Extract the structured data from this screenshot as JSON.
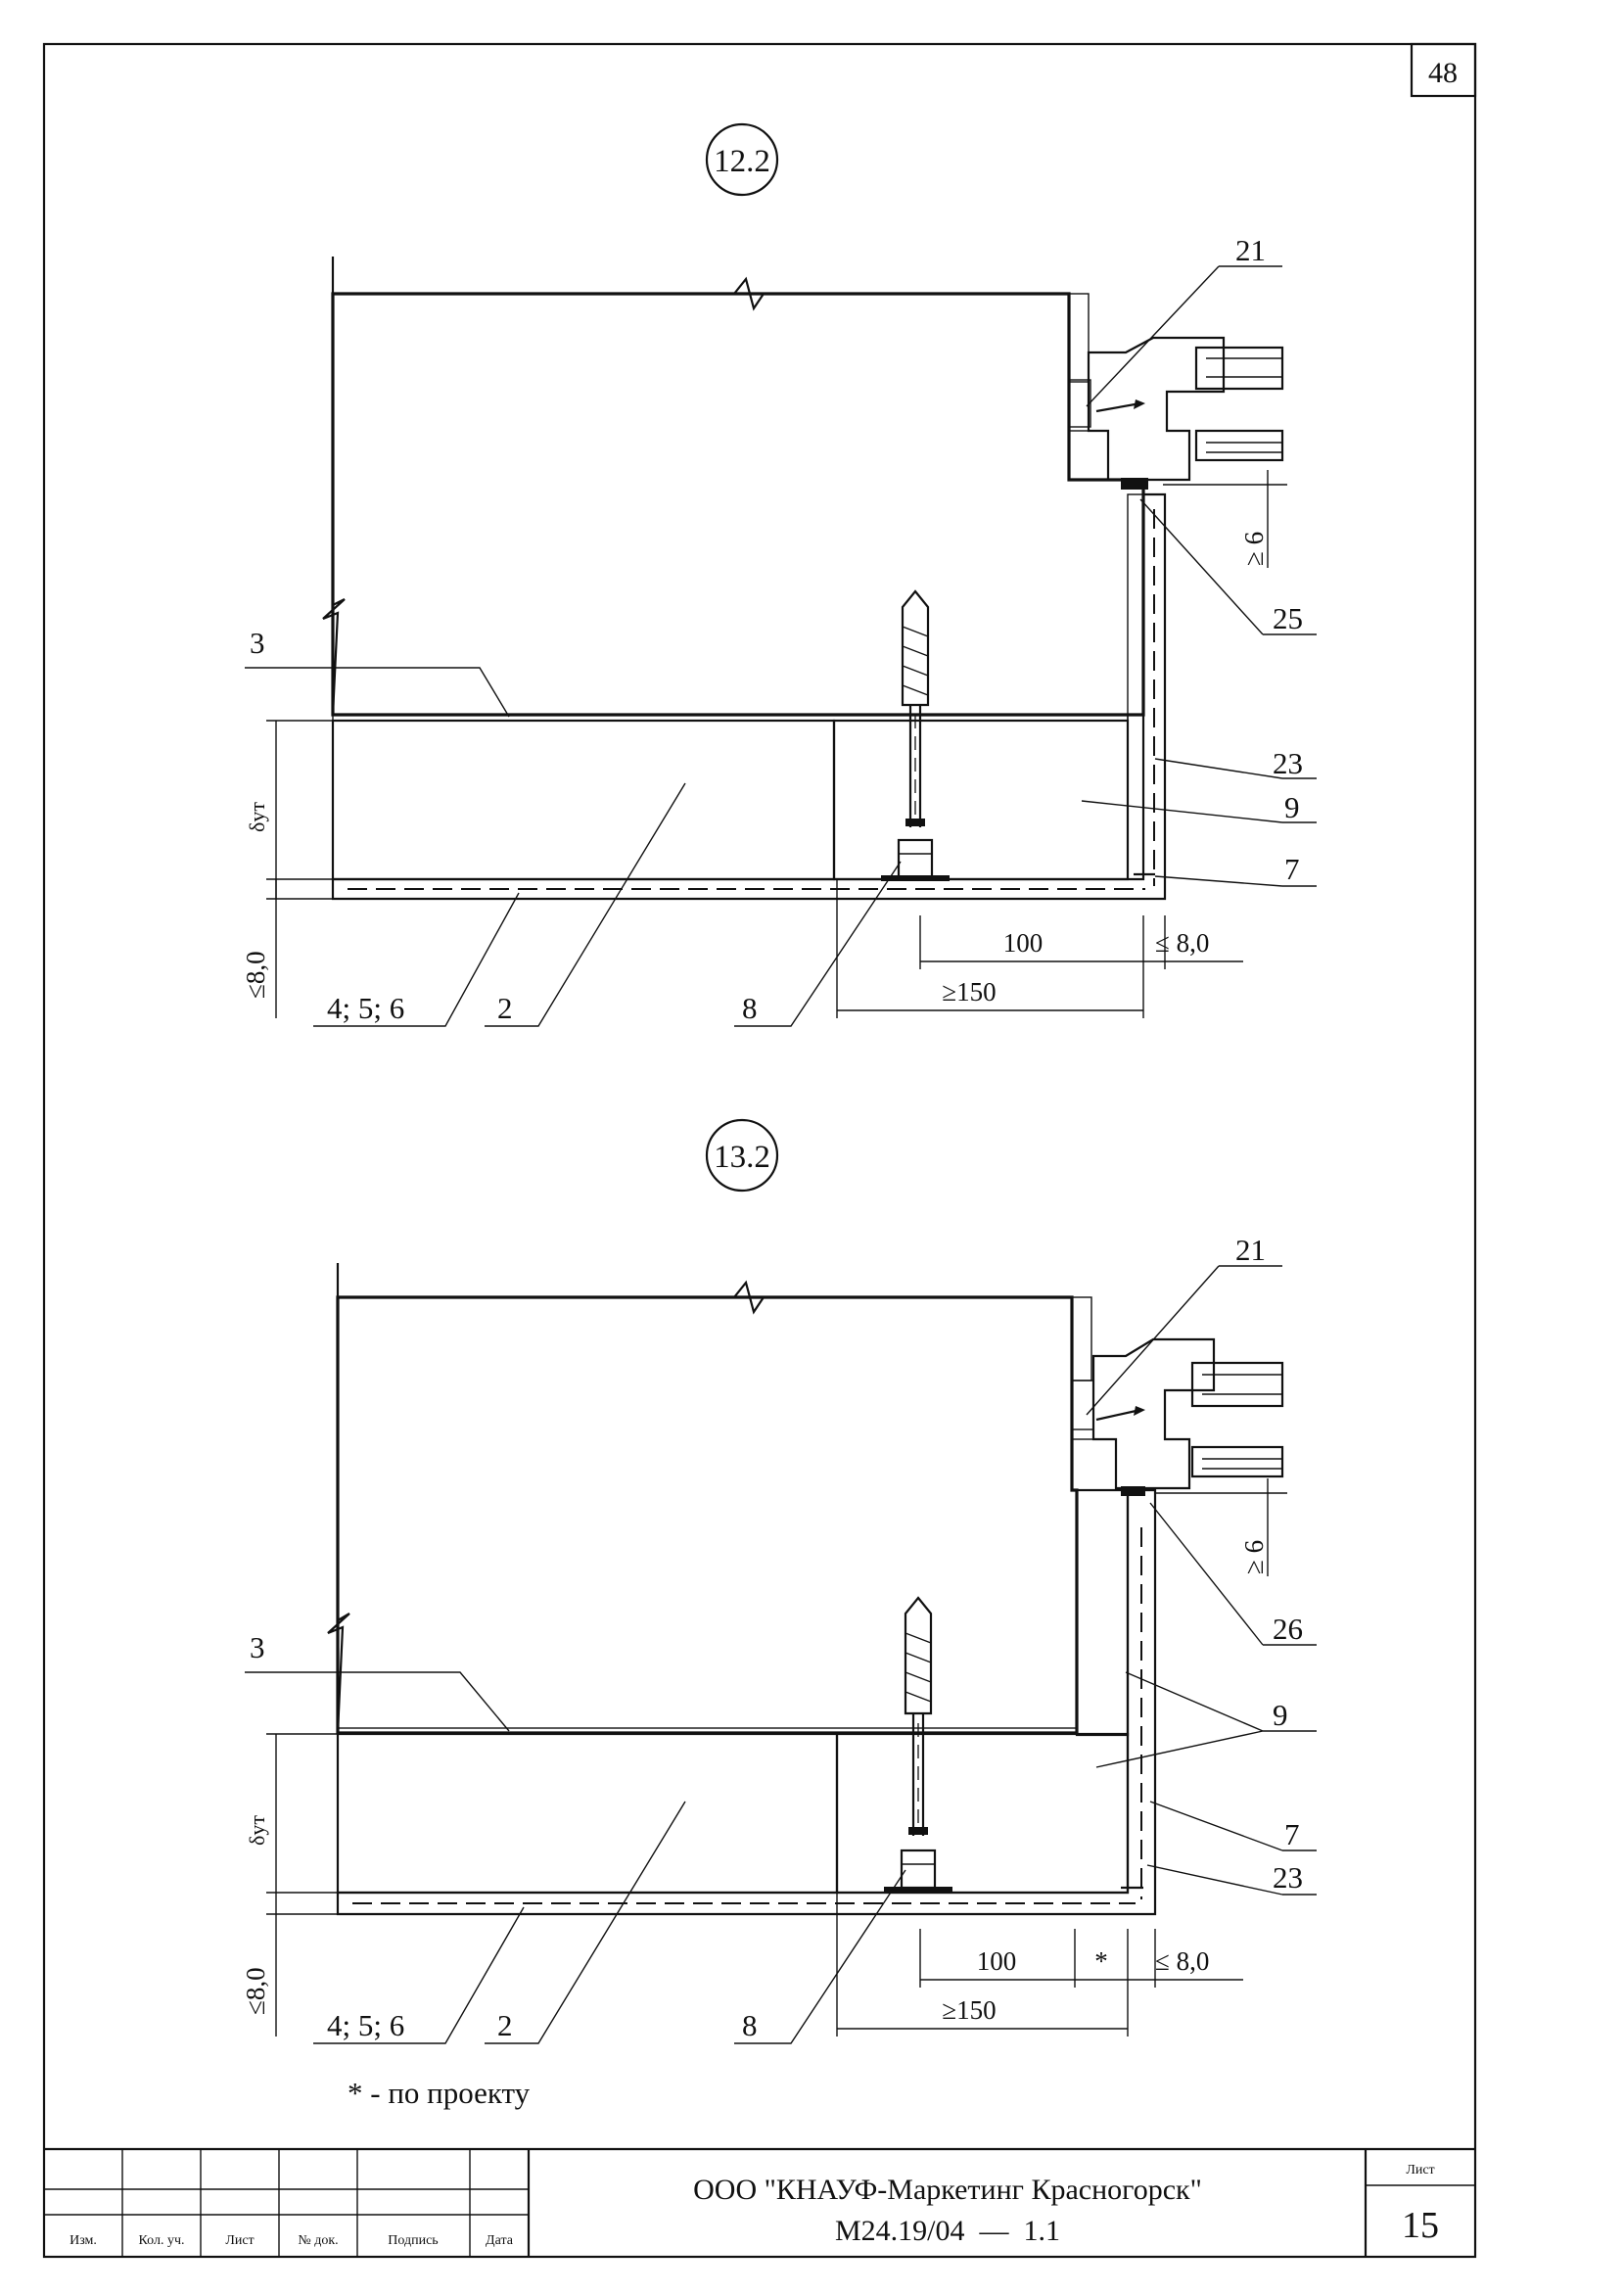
{
  "sheet_number_top": "48",
  "detail_a": {
    "marker": "12.2",
    "labels": {
      "l21": "21",
      "l3": "3",
      "l25": "25",
      "l23": "23",
      "l9": "9",
      "l7": "7",
      "l456": "4; 5; 6",
      "l2": "2",
      "l8": "8"
    },
    "dims": {
      "d100": "100",
      "d150": "≥150",
      "d8r": "≤ 8,0",
      "d8l": "≤8,0",
      "d6": "≥ 6",
      "delta": "δут"
    }
  },
  "detail_b": {
    "marker": "13.2",
    "labels": {
      "l21": "21",
      "l3": "3",
      "l26": "26",
      "l9": "9",
      "l7": "7",
      "l23": "23",
      "l456": "4; 5; 6",
      "l2": "2",
      "l8": "8"
    },
    "dims": {
      "d100": "100",
      "dstar": "*",
      "d150": "≥150",
      "d8r": "≤ 8,0",
      "d8l": "≤8,0",
      "d6": "≥ 6",
      "delta": "δут"
    }
  },
  "footnote": "* - по проекту",
  "title_block": {
    "columns": [
      "Изм.",
      "Кол. уч.",
      "Лист",
      "№ док.",
      "Подпись",
      "Дата"
    ],
    "company": "ООО \"КНАУФ-Маркетинг Красногорск\"",
    "code": "М24.19/04  —  1.1",
    "sheet_label": "Лист",
    "sheet_value": "15"
  }
}
